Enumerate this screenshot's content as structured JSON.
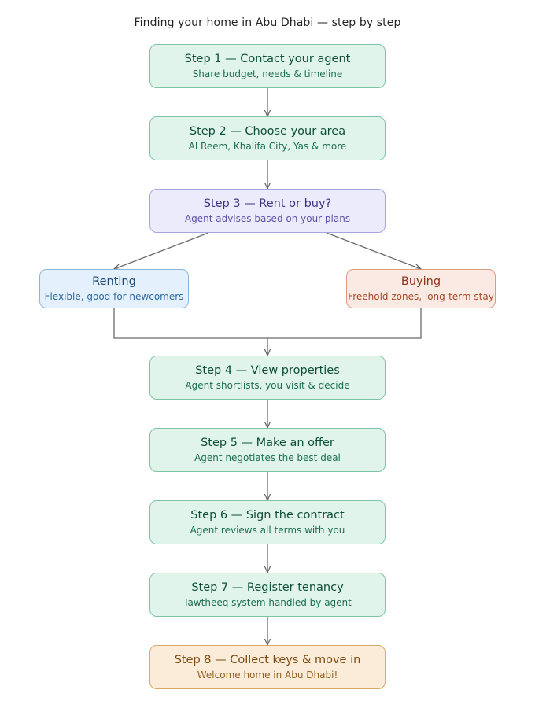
{
  "title": "Finding your home in Abu Dhabi — step by step",
  "steps": {
    "step1": {
      "title": "Step 1 — Contact your agent",
      "subtitle": "Share budget, needs & timeline"
    },
    "step2": {
      "title": "Step 2 — Choose your area",
      "subtitle": "Al Reem, Khalifa City, Yas & more"
    },
    "step3": {
      "title": "Step 3 — Rent or buy?",
      "subtitle": "Agent advises based on your plans"
    },
    "renting": {
      "title": "Renting",
      "subtitle": "Flexible, good for newcomers"
    },
    "buying": {
      "title": "Buying",
      "subtitle": "Freehold zones, long-term stay"
    },
    "step4": {
      "title": "Step 4 — View properties",
      "subtitle": "Agent shortlists, you visit & decide"
    },
    "step5": {
      "title": "Step 5 — Make an offer",
      "subtitle": "Agent negotiates the best deal"
    },
    "step6": {
      "title": "Step 6 — Sign the contract",
      "subtitle": "Agent reviews all terms with you"
    },
    "step7": {
      "title": "Step 7 — Register tenancy",
      "subtitle": "Tawtheeq system handled by agent"
    },
    "step8": {
      "title": "Step 8 — Collect keys & move in",
      "subtitle": "Welcome home in Abu Dhabi!"
    }
  },
  "colors": {
    "step_fill": "#e1f4ec",
    "decision_fill": "#ecebfb",
    "renting_fill": "#e4f0fb",
    "buying_fill": "#fbe9e3",
    "final_fill": "#fbecd9",
    "connector": "#6b6b6b"
  }
}
